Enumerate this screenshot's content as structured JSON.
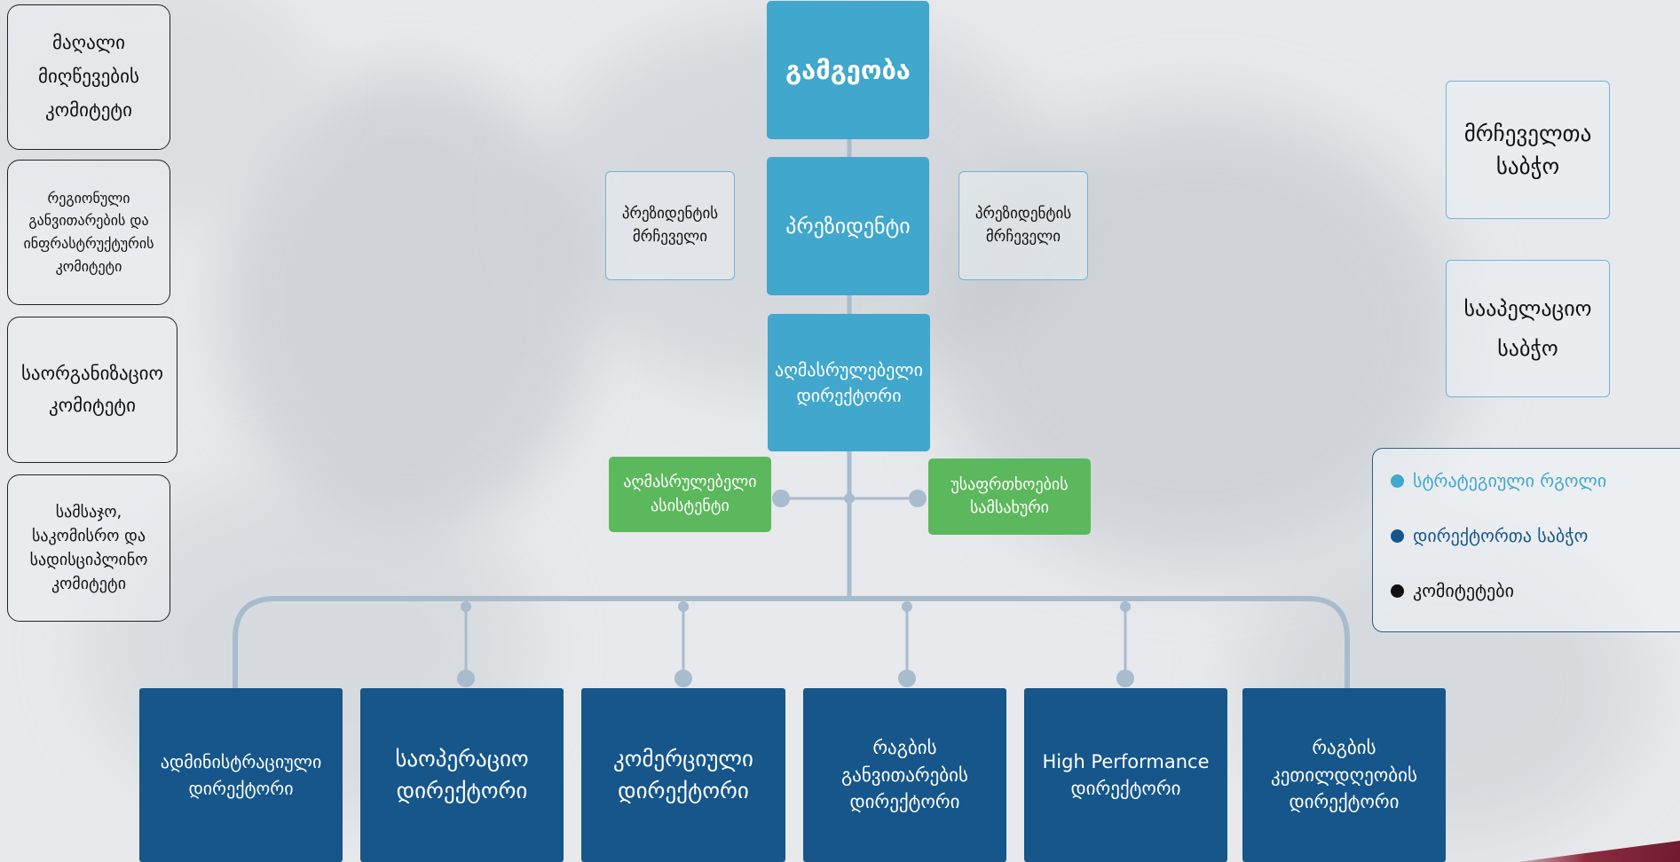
{
  "colors": {
    "strategic": "#41a7cc",
    "directors": "#16568a",
    "committees": "#111111",
    "assistant": "#5cb85c",
    "connector": "#a8bccd"
  },
  "top": {
    "board": "გამგეობა",
    "president": "პრეზიდენტი",
    "advisor_left": "პრეზიდენტის\nმრჩეველი",
    "advisor_right": "პრეზიდენტის\nმრჩეველი",
    "ceo": "აღმასრულებელი\nდირექტორი",
    "exec_assistant": "აღმასრულებელი\nასისტენტი",
    "security": "უსაფრთხოების\nსამსახური"
  },
  "committees": [
    "მაღალი\nმიღწევების\nკომიტეტი",
    "რეგიონული\nგანვითარების და\nინფრასტრუქტურის\nკომიტეტი",
    "საორგანიზაციო\nკომიტეტი",
    "სამსაჯო,\nსაკომისრო და\nსადისციპლინო\nკომიტეტი"
  ],
  "councils": {
    "advisory": "მრჩეველთა\nსაბჭო",
    "appeals": "სააპელაციო\nსაბჭო"
  },
  "directors": [
    "ადმინისტრაციული\nდირექტორი",
    "საოპერაციო\nდირექტორი",
    "კომერციული\nდირექტორი",
    "რაგბის\nგანვითარების\nდირექტორი",
    "High Performance\nდირექტორი",
    "რაგბის\nკეთილდღეობის\nდირექტორი"
  ],
  "legend": {
    "strategic": "სტრატეგიული რგოლი",
    "directors": "დირექტორთა საბჭო",
    "committees": "კომიტეტები"
  }
}
